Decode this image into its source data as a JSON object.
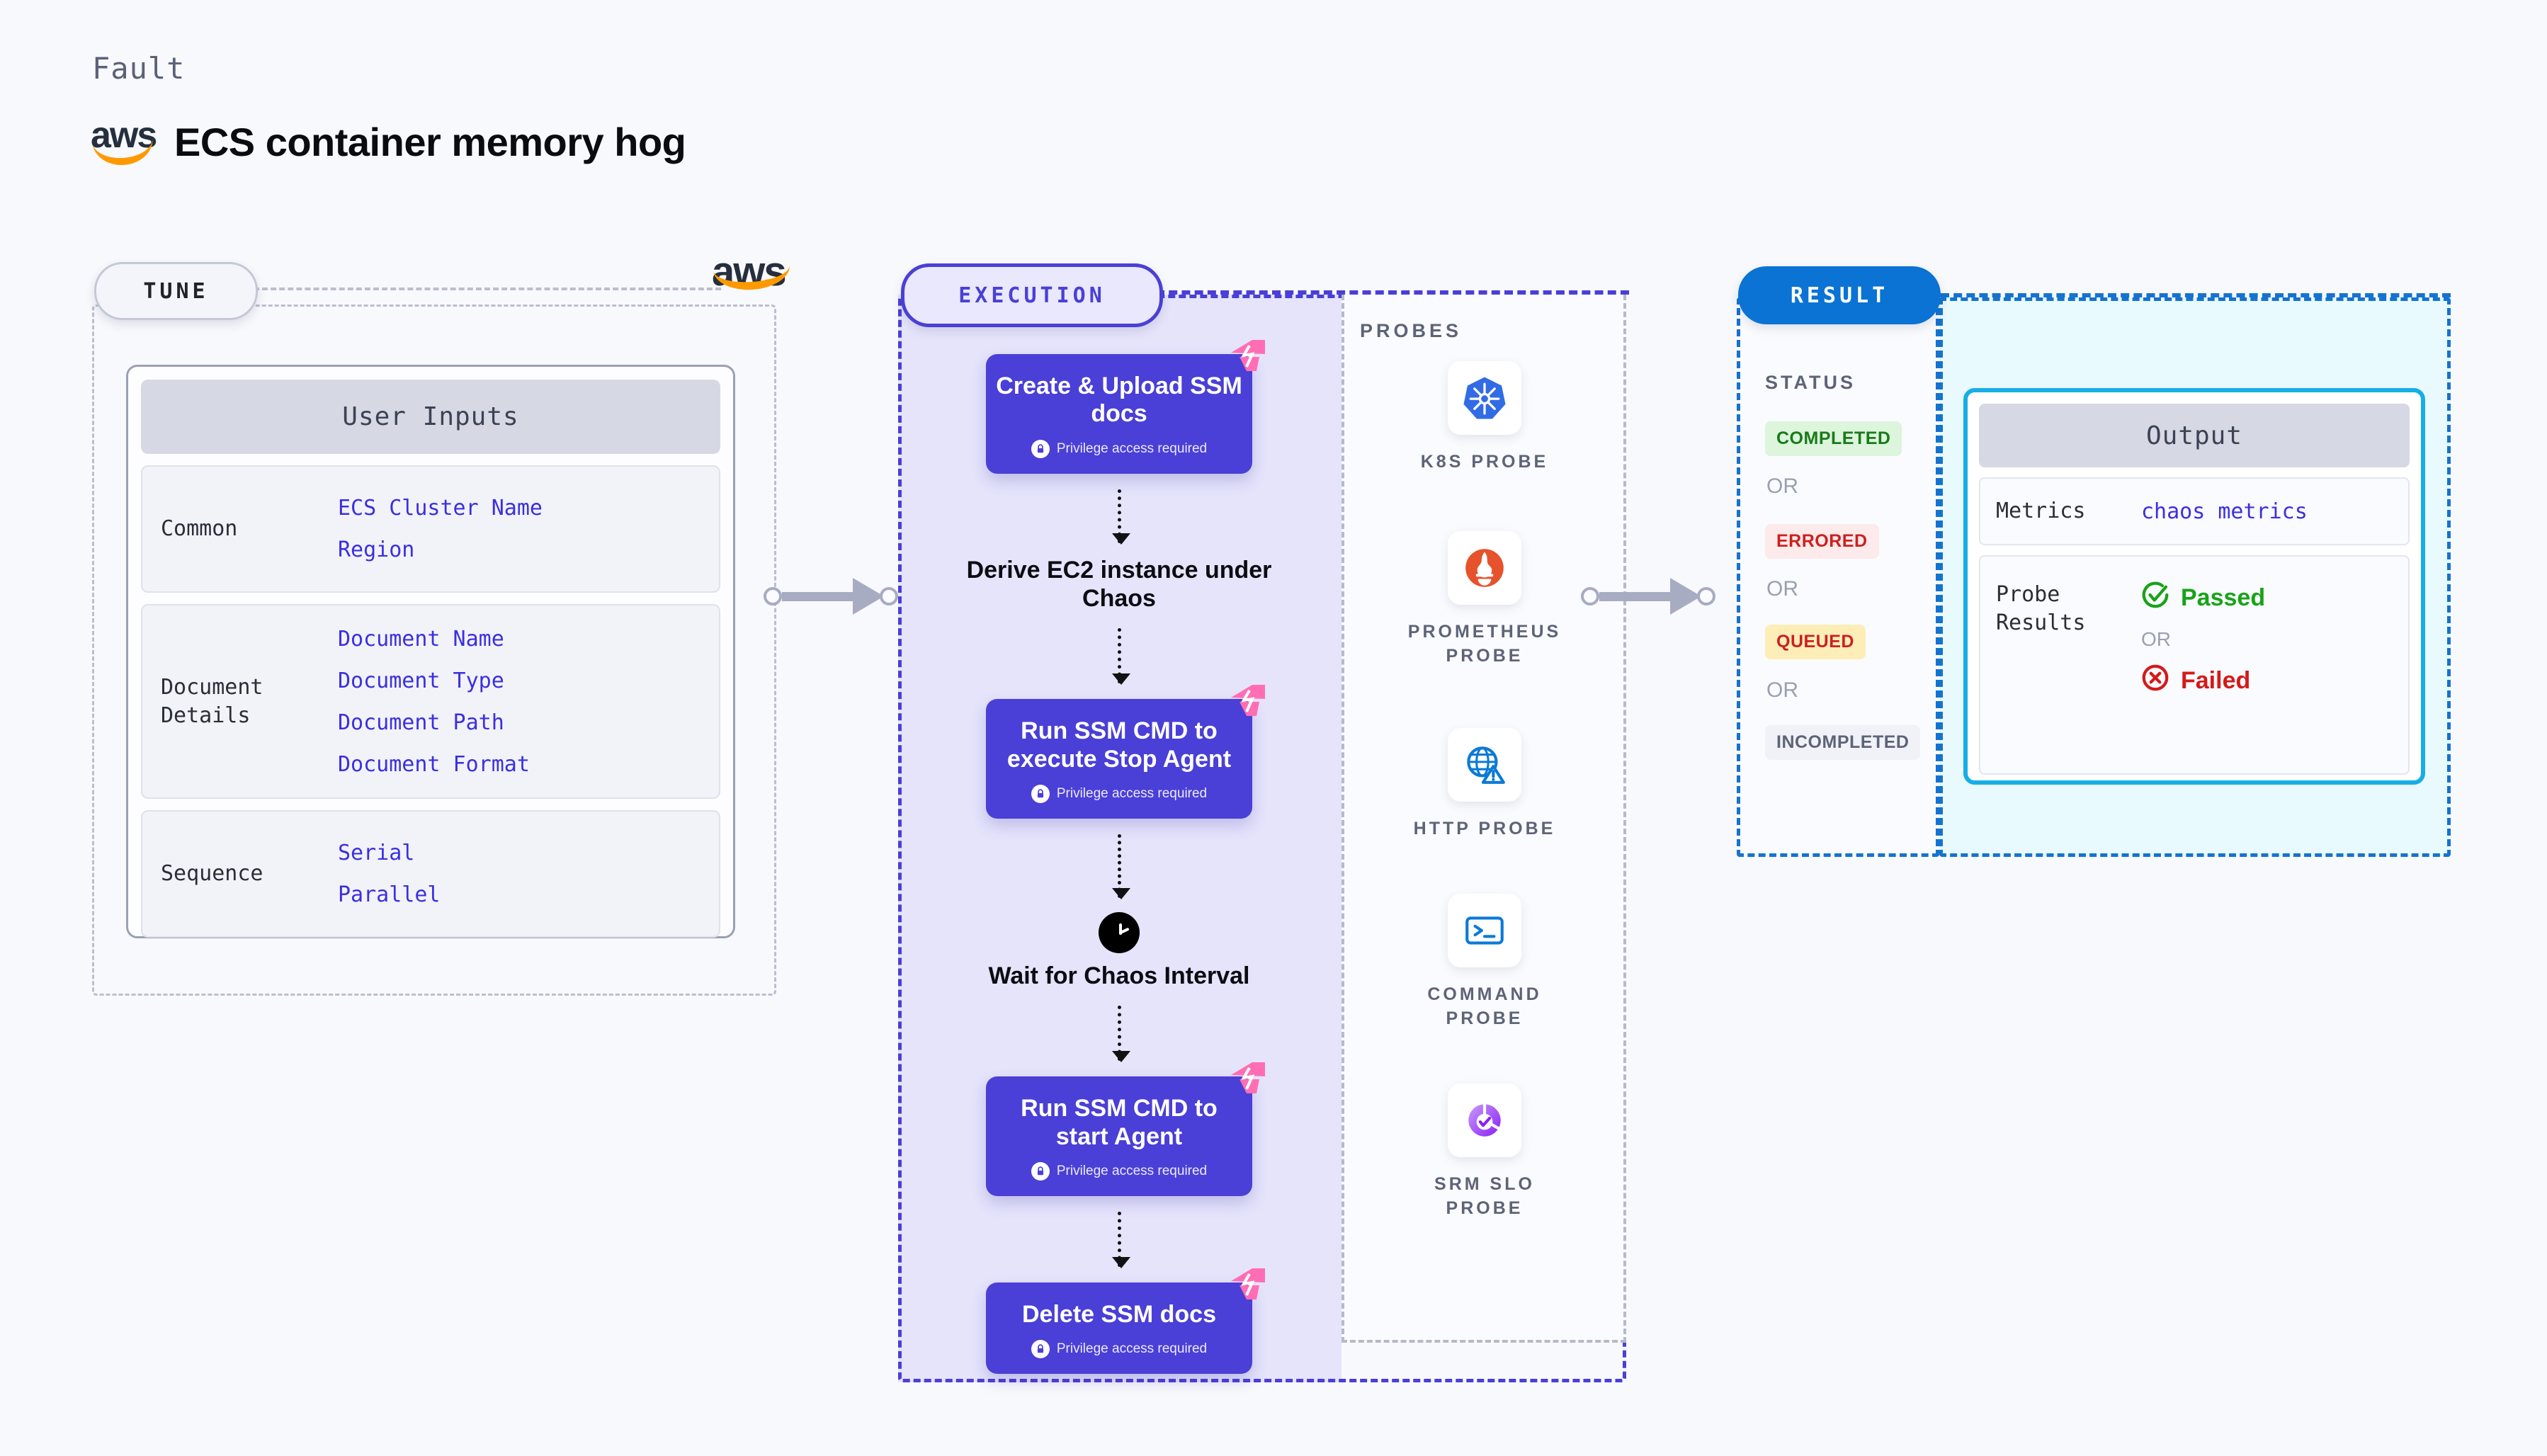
{
  "header": {
    "kicker": "Fault",
    "title": "ECS container memory hog",
    "logo_icon": "aws-logo"
  },
  "tune": {
    "pill_label": "TUNE",
    "side_logo_icon": "aws-logo",
    "card_title": "User Inputs",
    "groups": [
      {
        "key": "Common",
        "values": [
          "ECS Cluster Name",
          "Region"
        ]
      },
      {
        "key": "Document\nDetails",
        "values": [
          "Document Name",
          "Document Type",
          "Document Path",
          "Document Format"
        ]
      },
      {
        "key": "Sequence",
        "values": [
          "Serial",
          "Parallel"
        ]
      }
    ]
  },
  "execution": {
    "pill_label": "EXECUTION",
    "privilege_note": "Privilege access required",
    "steps": [
      {
        "type": "card",
        "title": "Create & Upload SSM docs",
        "badge": "harness-badge",
        "lock": true
      },
      {
        "type": "plain",
        "title": "Derive EC2 instance under Chaos",
        "icon": ""
      },
      {
        "type": "card",
        "title": "Run SSM CMD to execute Stop Agent",
        "badge": "harness-badge",
        "lock": true
      },
      {
        "type": "plain",
        "title": "Wait for Chaos Interval",
        "icon": "clock-icon"
      },
      {
        "type": "card",
        "title": "Run SSM CMD to start Agent",
        "badge": "harness-badge",
        "lock": true
      },
      {
        "type": "card",
        "title": "Delete SSM docs",
        "badge": "harness-badge",
        "lock": true
      }
    ]
  },
  "probes": {
    "title": "PROBES",
    "items": [
      {
        "label": "K8S PROBE",
        "icon": "kubernetes-icon",
        "color": "#326ce5"
      },
      {
        "label": "PROMETHEUS PROBE",
        "icon": "prometheus-icon",
        "color": "#e6522c"
      },
      {
        "label": "HTTP PROBE",
        "icon": "http-globe-icon",
        "color": "#0b7ad6"
      },
      {
        "label": "COMMAND PROBE",
        "icon": "terminal-icon",
        "color": "#0b7ad6"
      },
      {
        "label": "SRM SLO PROBE",
        "icon": "srm-slo-icon",
        "color": "#9a3cf0"
      }
    ]
  },
  "result": {
    "pill_label": "RESULT",
    "status_label": "STATUS",
    "or_label": "OR",
    "statuses": [
      {
        "text": "COMPLETED",
        "bg": "#dcf5dc",
        "fg": "#1a7a1a"
      },
      {
        "text": "ERRORED",
        "bg": "#fdeaea",
        "fg": "#cc2020"
      },
      {
        "text": "QUEUED",
        "bg": "#fdeeb8",
        "fg": "#cc2020"
      },
      {
        "text": "INCOMPLETED",
        "bg": "#f1f2f7",
        "fg": "#5d6478"
      }
    ]
  },
  "output": {
    "card_title": "Output",
    "metrics_key": "Metrics",
    "metrics_value": "chaos metrics",
    "probe_results_key": "Probe\nResults",
    "passed_label": "Passed",
    "failed_label": "Failed",
    "or_label": "OR",
    "passed_color": "#18a318",
    "failed_color": "#d51919"
  },
  "colors": {
    "brand_purple": "#4a3fd6",
    "brand_blue": "#0a73d4",
    "cyan": "#16aee5",
    "harness_pink": "#ff6eb4",
    "aws_orange": "#ff9900"
  }
}
